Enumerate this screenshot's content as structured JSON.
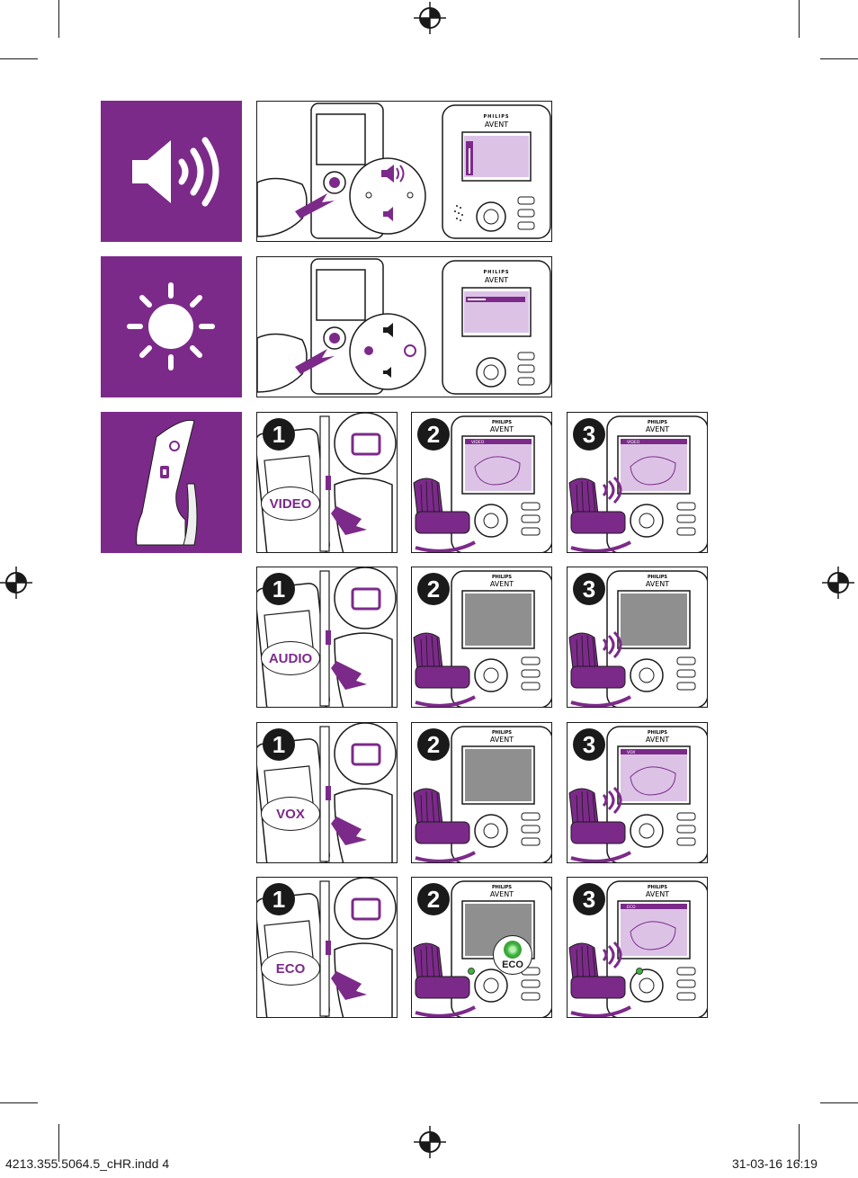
{
  "footer": {
    "file": "4213.355.5064.5_cHR.indd   4",
    "date": "31-03-16   16:19"
  },
  "brand": {
    "top": "PHILIPS",
    "bottom": "AVENT"
  },
  "mode_rows": [
    {
      "label": "VIDEO",
      "screen": "VIDEO"
    },
    {
      "label": "AUDIO",
      "screen": ""
    },
    {
      "label": "VOX",
      "screen": "VOX"
    },
    {
      "label": "ECO",
      "screen": "ECO"
    }
  ],
  "steps": [
    "1",
    "2",
    "3"
  ],
  "icons": [
    "volume-icon",
    "brightness-icon",
    "parent-unit-side-icon"
  ],
  "colors": {
    "purple": "#7c2a8a",
    "lavender": "#dcc3e6",
    "screen_gray": "#8f8f8f",
    "eco_green": "#3fb23f"
  }
}
